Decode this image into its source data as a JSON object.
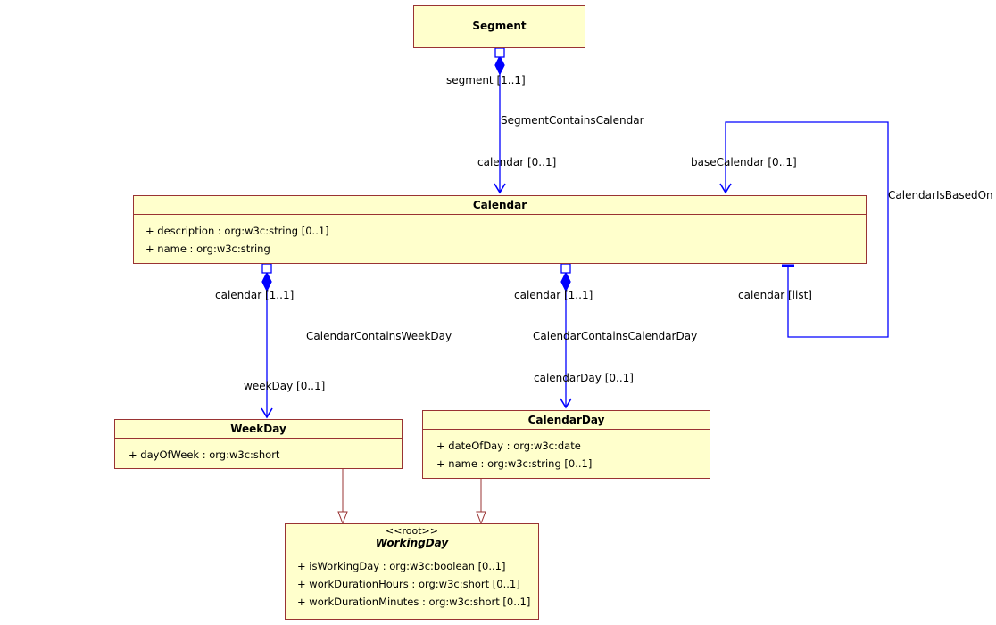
{
  "classes": {
    "segment": {
      "name": "Segment"
    },
    "calendar": {
      "name": "Calendar",
      "attributes": [
        "+ description : org:w3c:string [0..1]",
        "+ name : org:w3c:string"
      ]
    },
    "weekday": {
      "name": "WeekDay",
      "attributes": [
        "+ dayOfWeek : org:w3c:short"
      ]
    },
    "calendarday": {
      "name": "CalendarDay",
      "attributes": [
        "+ dateOfDay : org:w3c:date",
        "+ name : org:w3c:string [0..1]"
      ]
    },
    "workingday": {
      "stereotype": "<<root>>",
      "name": "WorkingDay",
      "attributes": [
        "+ isWorkingDay : org:w3c:boolean [0..1]",
        "+ workDurationHours : org:w3c:short [0..1]",
        "+ workDurationMinutes : org:w3c:short [0..1]"
      ]
    }
  },
  "associations": {
    "segment_calendar": {
      "name": "SegmentContainsCalendar",
      "source_role": "segment [1..1]",
      "target_role": "calendar [0..1]"
    },
    "calendar_basedon": {
      "name": "CalendarIsBasedOn",
      "source_role": "calendar [list]",
      "target_role": "baseCalendar [0..1]"
    },
    "calendar_weekday": {
      "name": "CalendarContainsWeekDay",
      "source_role": "calendar [1..1]",
      "target_role": "weekDay [0..1]"
    },
    "calendar_calendarday": {
      "name": "CalendarContainsCalendarDay",
      "source_role": "calendar [1..1]",
      "target_role": "calendarDay [0..1]"
    }
  },
  "colors": {
    "association": "#0000ff",
    "generalization": "#993333",
    "class_fill": "#ffffcc",
    "class_border": "#993333"
  }
}
